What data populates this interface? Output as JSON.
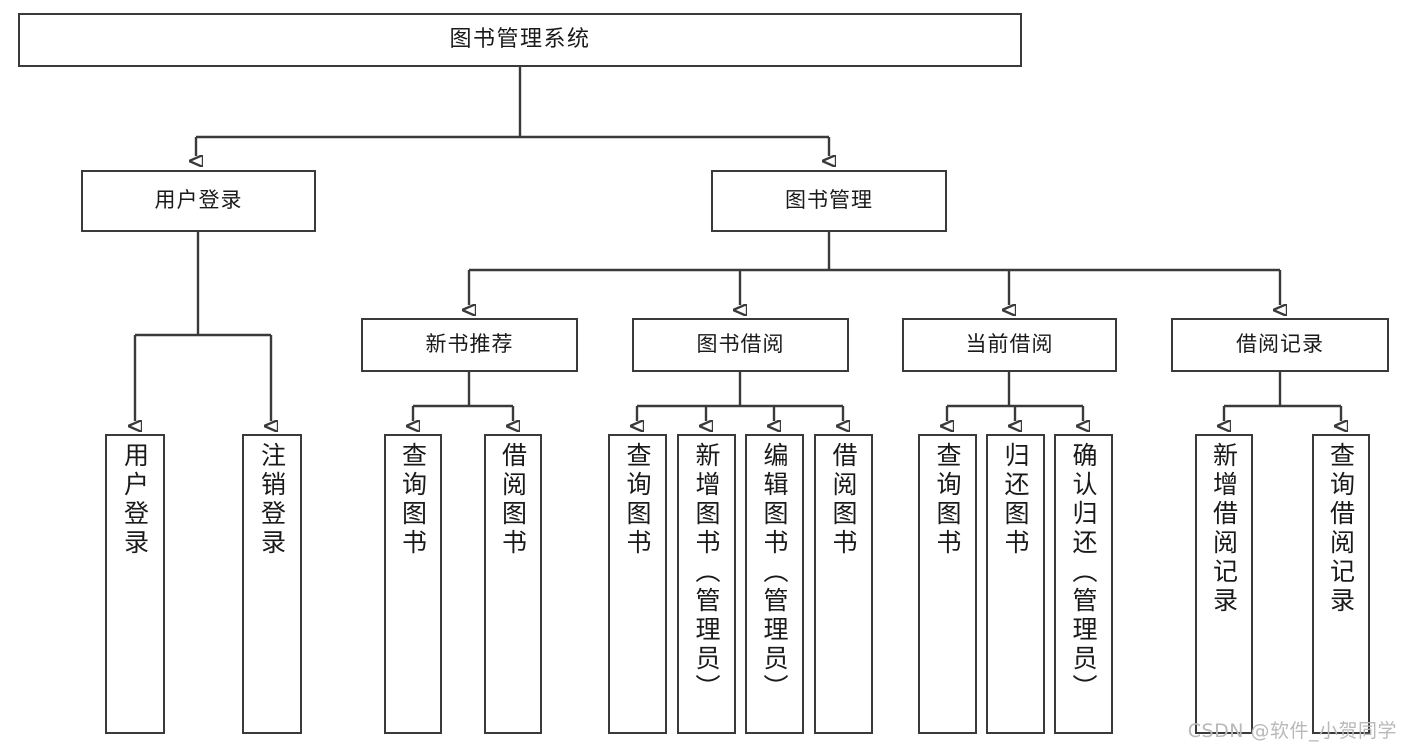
{
  "diagram": {
    "type": "tree",
    "title": "图书管理系统",
    "watermark": "CSDN @软件_小贺同学",
    "colors": {
      "stroke": "#3a3a3a",
      "fill": "#ffffff",
      "text": "#1a1a1a",
      "watermark": "#b9b9b9"
    },
    "nodes": {
      "root": {
        "label": "图书管理系统"
      },
      "level2": [
        {
          "id": "user-login",
          "label": "用户登录"
        },
        {
          "id": "book-manage",
          "label": "图书管理"
        }
      ],
      "level3": [
        {
          "id": "new-book-recommend",
          "label": "新书推荐"
        },
        {
          "id": "book-borrow",
          "label": "图书借阅"
        },
        {
          "id": "current-borrow",
          "label": "当前借阅"
        },
        {
          "id": "borrow-record",
          "label": "借阅记录"
        }
      ],
      "leaves": [
        {
          "id": "leaf-user-login",
          "label": "用户登录",
          "parent": "user-login"
        },
        {
          "id": "leaf-logout-login",
          "label": "注销登录",
          "parent": "user-login"
        },
        {
          "id": "leaf-query-book-1",
          "label": "查询图书",
          "parent": "new-book-recommend"
        },
        {
          "id": "leaf-borrow-book-1",
          "label": "借阅图书",
          "parent": "new-book-recommend"
        },
        {
          "id": "leaf-query-book-2",
          "label": "查询图书",
          "parent": "book-borrow"
        },
        {
          "id": "leaf-add-book",
          "label": "新增图书（管理员）",
          "parent": "book-borrow"
        },
        {
          "id": "leaf-edit-book",
          "label": "编辑图书（管理员）",
          "parent": "book-borrow"
        },
        {
          "id": "leaf-borrow-book-2",
          "label": "借阅图书",
          "parent": "book-borrow"
        },
        {
          "id": "leaf-query-book-3",
          "label": "查询图书",
          "parent": "current-borrow"
        },
        {
          "id": "leaf-return-book",
          "label": "归还图书",
          "parent": "current-borrow"
        },
        {
          "id": "leaf-confirm-return",
          "label": "确认归还（管理员）",
          "parent": "current-borrow"
        },
        {
          "id": "leaf-add-record",
          "label": "新增借阅记录",
          "parent": "borrow-record"
        },
        {
          "id": "leaf-query-record",
          "label": "查询借阅记录",
          "parent": "borrow-record"
        }
      ]
    }
  }
}
